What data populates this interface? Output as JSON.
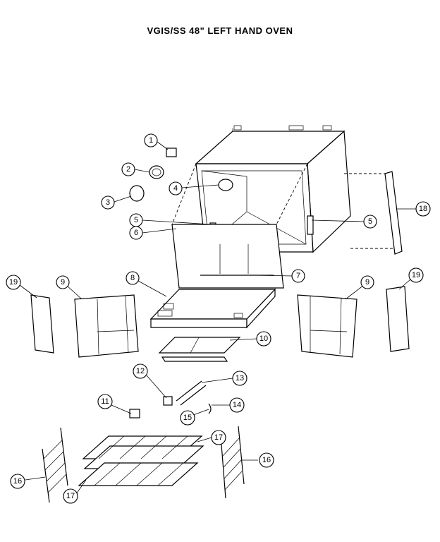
{
  "title": "VGIS/SS  48\" LEFT HAND OVEN",
  "callouts": [
    "1",
    "2",
    "3",
    "4",
    "5",
    "5",
    "6",
    "7",
    "8",
    "9",
    "9",
    "10",
    "11",
    "12",
    "13",
    "14",
    "15",
    "16",
    "16",
    "17",
    "17",
    "18",
    "19",
    "19"
  ]
}
